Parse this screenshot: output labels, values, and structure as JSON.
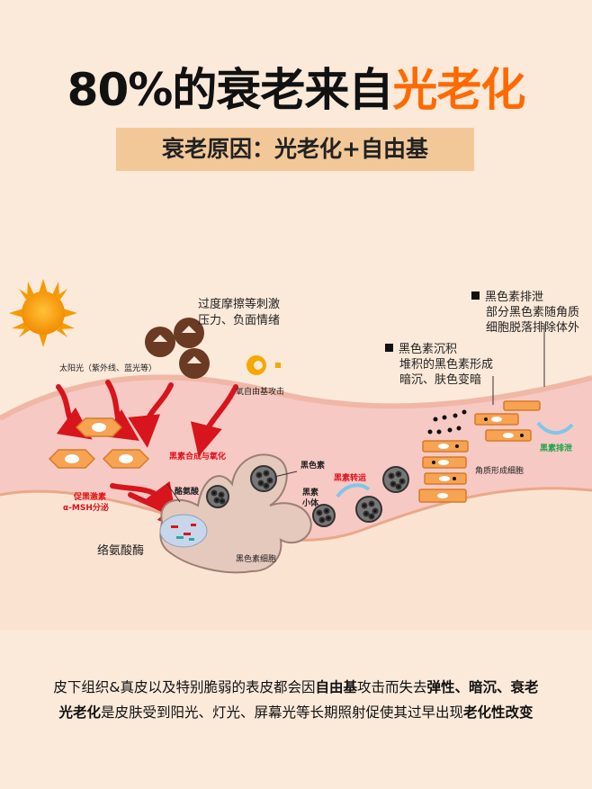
{
  "title": {
    "prefix": "80%的衰老来自",
    "highlight": "光老化"
  },
  "subtitle": "衰老原因：光老化+自由基",
  "diagram": {
    "sun_label": "太阳光（紫外线、蓝光等）",
    "friction_label_1": "过度摩擦等刺激",
    "friction_label_2": "压力、负面情绪",
    "radical_label": "氧自由基攻击",
    "msh_label_1": "促黑激素",
    "msh_label_2": "α-MSH分泌",
    "synthesis_label": "黑素合成与氧化",
    "tyrosine_label": "酪氨酸",
    "tyrosinase_label": "络氨酸酶",
    "melanin_label": "黑色素",
    "melanosome_label_1": "黑素",
    "melanosome_label_2": "小体",
    "transport_label": "黑素转运",
    "melanocyte_label": "黑色素细胞",
    "keratinocyte_label": "角质形成细胞",
    "excretion_label": "黑素排泄",
    "deposit": {
      "title": "黑色素沉积",
      "line1": "堆积的黑色素形成",
      "line2": "暗沉、肤色变暗"
    },
    "discharge": {
      "title": "黑色素排泄",
      "line1": "部分黑色素随角质",
      "line2": "细胞脱落排除体外"
    }
  },
  "bottom": {
    "line1_a": "皮下组织&真皮以及特别脆弱的表皮都会因",
    "line1_b": "自由基",
    "line1_c": "攻击而失去",
    "line1_d": "弹性、暗沉、衰老",
    "line2_a": "光老化",
    "line2_b": "是皮肤受到阳光、灯光、屏幕光等长期照射促使其过早出现",
    "line2_c": "老化性改变"
  },
  "colors": {
    "accent": "#ff6a00",
    "box": "#f3c898",
    "red_text": "#e0101a",
    "green_text": "#17a34a"
  }
}
